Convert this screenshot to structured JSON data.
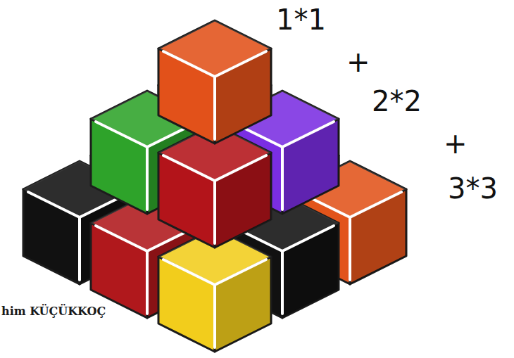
{
  "diagram": {
    "labels": [
      "1*1",
      "+",
      "2*2",
      "+",
      "3*3",
      "him KÜÇÜKKOÇ"
    ]
  }
}
